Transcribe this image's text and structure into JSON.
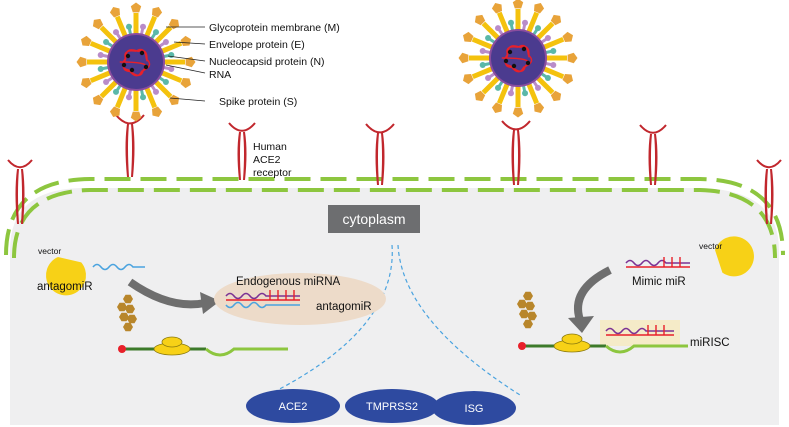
{
  "virus": {
    "labels": {
      "membrane": "Glycoprotein membrane (M)",
      "envelope": "Envelope protein (E)",
      "nucleocapsid": "Nucleocapsid protein (N)",
      "rna": "RNA",
      "spike": "Spike protein (S)"
    }
  },
  "receptor": {
    "label_lines": [
      "Human",
      "ACE2",
      "receptor"
    ]
  },
  "cell": {
    "compartment": "cytoplasm"
  },
  "left_panel": {
    "vector": "vector",
    "agent": "antagomiR",
    "complex_title": "Endogenous miRNA",
    "complex_agent": "antagomiR"
  },
  "right_panel": {
    "vector": "vector",
    "agent": "Mimic miR",
    "complex": "miRISC"
  },
  "targets": [
    "ACE2",
    "TMPRSS2",
    "ISG"
  ],
  "colors": {
    "membrane_green": "#8dc63f",
    "cytoplasm_box": "#6d6e70",
    "cell_fill": "#efeff0",
    "receptor_red": "#c1272d",
    "vector_yellow": "#f7d117",
    "target_blue": "#2e4aa0",
    "virus_core": "#4b3b8f",
    "rna_red": "#e8202a",
    "spike_yellow": "#f4c20d",
    "spike_tip": "#e8a33a",
    "teal_protein": "#5bb8a8",
    "lilac_protein": "#b98cc9",
    "mirna_blue": "#4aa3df",
    "mirna_purple": "#7b3294",
    "risc_brown": "#b8862b",
    "complex_bg": "#eddbc9",
    "mirisc_bg": "#f5ebc8",
    "arrow_grey": "#6e6e6e"
  },
  "icons": [
    "virus-icon",
    "ace2-receptor-icon",
    "vector-icon",
    "arrow-icon",
    "risc-complex-icon",
    "mrna-icon"
  ]
}
